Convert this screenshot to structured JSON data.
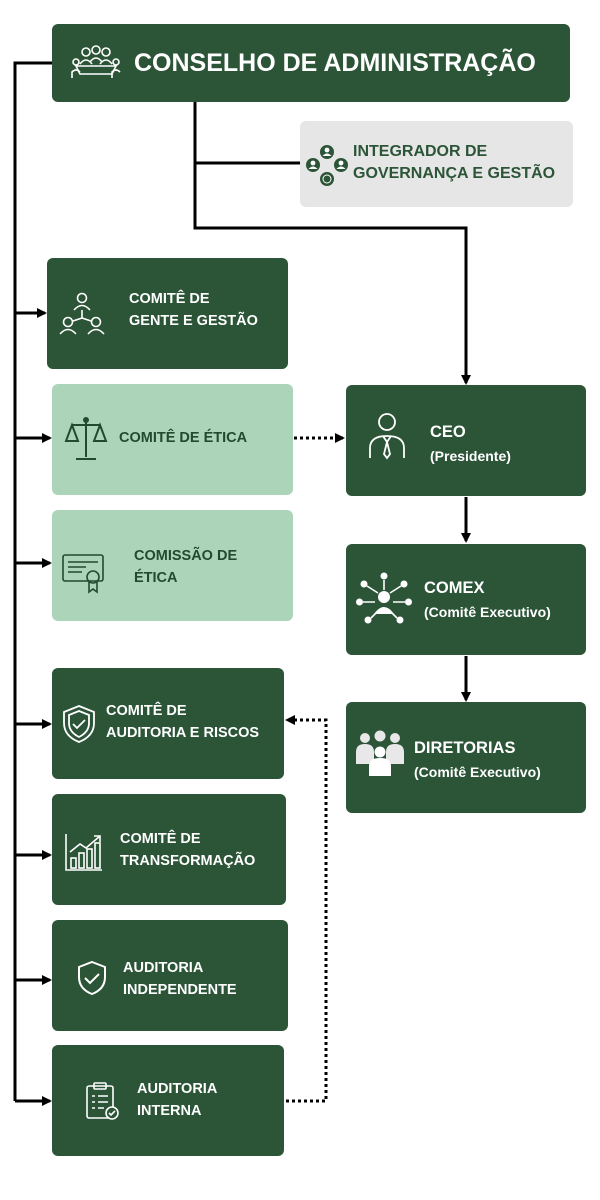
{
  "board": {
    "label": "CONSELHO DE ADMINISTRAÇÃO",
    "icon": "meeting-table-icon"
  },
  "integrator": {
    "label": "INTEGRADOR DE\nGOVERNANÇA E GESTÃO",
    "icon": "network-people-icon"
  },
  "committees": [
    {
      "id": "gente-gestao",
      "label": "COMITÊ DE\nGENTE E GESTÃO",
      "icon": "people-network-icon",
      "style": "dark"
    },
    {
      "id": "etica",
      "label": "COMITÊ DE ÉTICA",
      "icon": "scales-icon",
      "style": "light"
    },
    {
      "id": "comissao-etica",
      "label": "COMISSÃO DE\nÉTICA",
      "icon": "certificate-icon",
      "style": "light"
    },
    {
      "id": "auditoria-riscos",
      "label": "COMITÊ DE\nAUDITORIA  E RISCOS",
      "icon": "shield-check-icon",
      "style": "dark"
    },
    {
      "id": "transformacao",
      "label": "COMITÊ DE\nTRANSFORMAÇÃO",
      "icon": "growth-chart-icon",
      "style": "dark"
    },
    {
      "id": "auditoria-independente",
      "label": "AUDITORIA\nINDEPENDENTE",
      "icon": "shield-check-outline-icon",
      "style": "dark"
    },
    {
      "id": "auditoria-interna",
      "label": "AUDITORIA\nINTERNA",
      "icon": "clipboard-check-icon",
      "style": "dark"
    }
  ],
  "executive": [
    {
      "id": "ceo",
      "title": "CEO",
      "subtitle": "(Presidente)",
      "icon": "executive-person-icon"
    },
    {
      "id": "comex",
      "title": "COMEX",
      "subtitle": "(Comitê Executivo)",
      "icon": "hub-people-icon"
    },
    {
      "id": "diretorias",
      "title": "DIRETORIAS",
      "subtitle": "(Comitê Executivo)",
      "icon": "team-group-icon"
    }
  ],
  "colors": {
    "dark_green": "#2c5538",
    "light_green": "#acd4b8",
    "grey": "#e6e6e6",
    "line": "#000000"
  }
}
